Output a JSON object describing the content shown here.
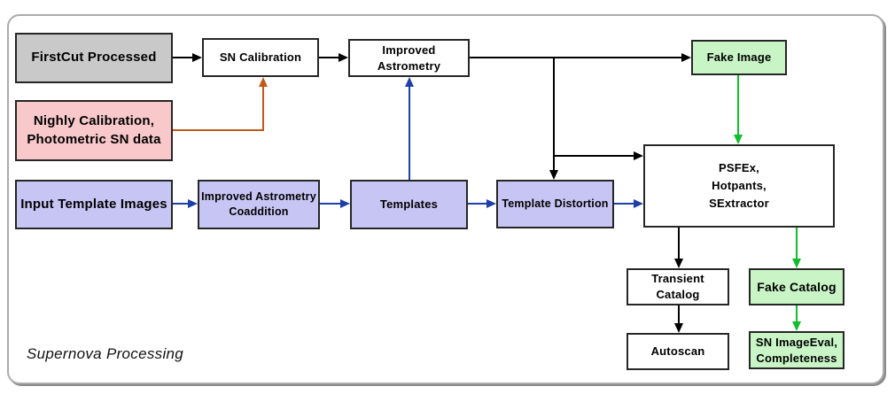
{
  "diagram": {
    "caption": "Supernova Processing",
    "nodes": {
      "firstcut": {
        "label": "FirstCut Processed",
        "fill": "#c9c9c9"
      },
      "nightly": {
        "label": "Nighly Calibration,\nPhotometric SN data",
        "fill": "#f9c8cb"
      },
      "input_templates": {
        "label": "Input Template Images",
        "fill": "#c7c5f4"
      },
      "sn_calibration": {
        "label": "SN Calibration",
        "fill": "#ffffff"
      },
      "improved_astrometry": {
        "label": "Improved\nAstrometry",
        "fill": "#ffffff"
      },
      "coaddition": {
        "label": "Improved Astrometry\nCoaddition",
        "fill": "#c7c5f4"
      },
      "templates": {
        "label": "Templates",
        "fill": "#c7c5f4"
      },
      "template_distortion": {
        "label": "Template Distortion",
        "fill": "#c7c5f4"
      },
      "fake_image": {
        "label": "Fake Image",
        "fill": "#c9f4c6"
      },
      "psfex": {
        "label": "PSFEx,\nHotpants,\nSExtractor",
        "fill": "#ffffff"
      },
      "transient_catalog": {
        "label": "Transient\nCatalog",
        "fill": "#ffffff"
      },
      "fake_catalog": {
        "label": "Fake Catalog",
        "fill": "#c9f4c6"
      },
      "autoscan": {
        "label": "Autoscan",
        "fill": "#ffffff"
      },
      "sn_imageeval": {
        "label": "SN ImageEval,\nCompleteness",
        "fill": "#c9f4c6"
      }
    },
    "colors": {
      "arrow_black": "#000000",
      "arrow_blue": "#1e3fa9",
      "arrow_orange": "#c2591b",
      "arrow_green": "#0fbe2c",
      "box_border": "#262626",
      "frame_border": "#ababab"
    },
    "edges": [
      {
        "from": "firstcut",
        "to": "sn_calibration",
        "color": "black"
      },
      {
        "from": "sn_calibration",
        "to": "improved_astrometry",
        "color": "black"
      },
      {
        "from": "improved_astrometry",
        "to": "fake_image",
        "color": "black"
      },
      {
        "from": "improved_astrometry",
        "to": "template_distortion",
        "color": "black"
      },
      {
        "from": "improved_astrometry",
        "to": "psfex",
        "color": "black"
      },
      {
        "from": "nightly",
        "to": "sn_calibration",
        "color": "orange"
      },
      {
        "from": "input_templates",
        "to": "coaddition",
        "color": "blue"
      },
      {
        "from": "coaddition",
        "to": "templates",
        "color": "blue"
      },
      {
        "from": "templates",
        "to": "template_distortion",
        "color": "blue"
      },
      {
        "from": "templates",
        "to": "improved_astrometry",
        "color": "blue"
      },
      {
        "from": "template_distortion",
        "to": "psfex",
        "color": "blue"
      },
      {
        "from": "fake_image",
        "to": "psfex",
        "color": "green"
      },
      {
        "from": "psfex",
        "to": "transient_catalog",
        "color": "black"
      },
      {
        "from": "transient_catalog",
        "to": "autoscan",
        "color": "black"
      },
      {
        "from": "psfex",
        "to": "fake_catalog",
        "color": "green"
      },
      {
        "from": "fake_catalog",
        "to": "sn_imageeval",
        "color": "green"
      }
    ]
  }
}
